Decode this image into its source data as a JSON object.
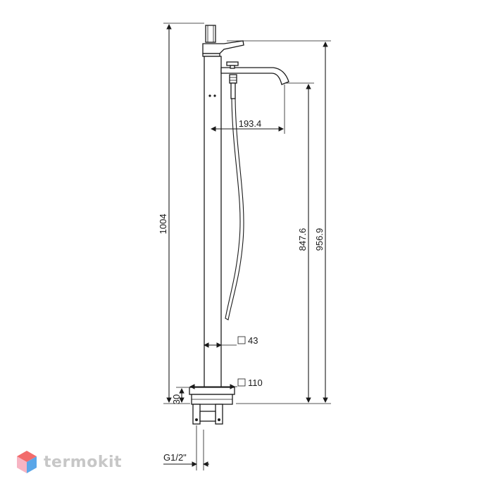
{
  "dimensions": {
    "total_height": "1004",
    "spout_reach": "193.4",
    "spout_height": "847.6",
    "top_height": "956.9",
    "column_square": "43",
    "base_square": "110",
    "base_height": "30",
    "connection": "G1/2\""
  },
  "logo": {
    "text": "termokit",
    "colors": {
      "red": "#f26b6b",
      "blue": "#5aa6e8",
      "pink": "#f7b4c3",
      "text": "#c7c7c7"
    }
  }
}
